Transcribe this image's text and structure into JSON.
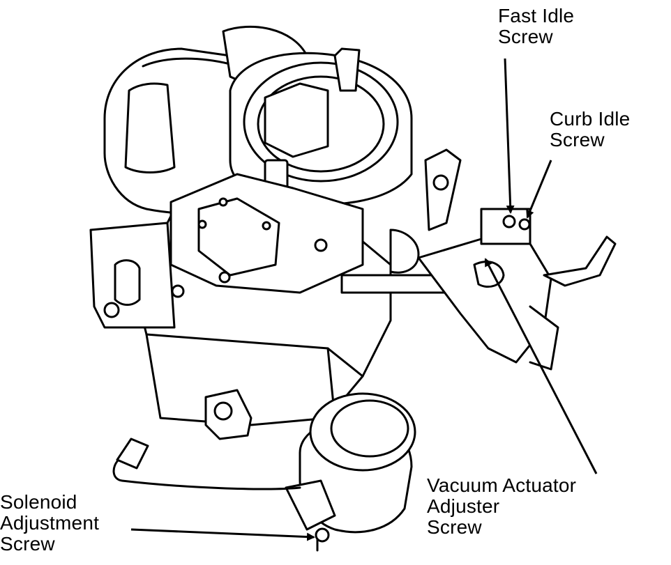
{
  "diagram": {
    "colors": {
      "ink": "#000000",
      "paper": "#ffffff"
    },
    "callouts": {
      "fast_idle_screw": {
        "line1": "Fast Idle",
        "line2": "Screw"
      },
      "curb_idle_screw": {
        "line1": "Curb Idle",
        "line2": "Screw"
      },
      "vacuum_actuator_adjuster_screw": {
        "line1": "Vacuum Actuator",
        "line2": "Adjuster",
        "line3": "Screw"
      },
      "solenoid_adjustment_screw": {
        "line1": "Solenoid",
        "line2": "Adjustment",
        "line3": "Screw"
      }
    }
  }
}
